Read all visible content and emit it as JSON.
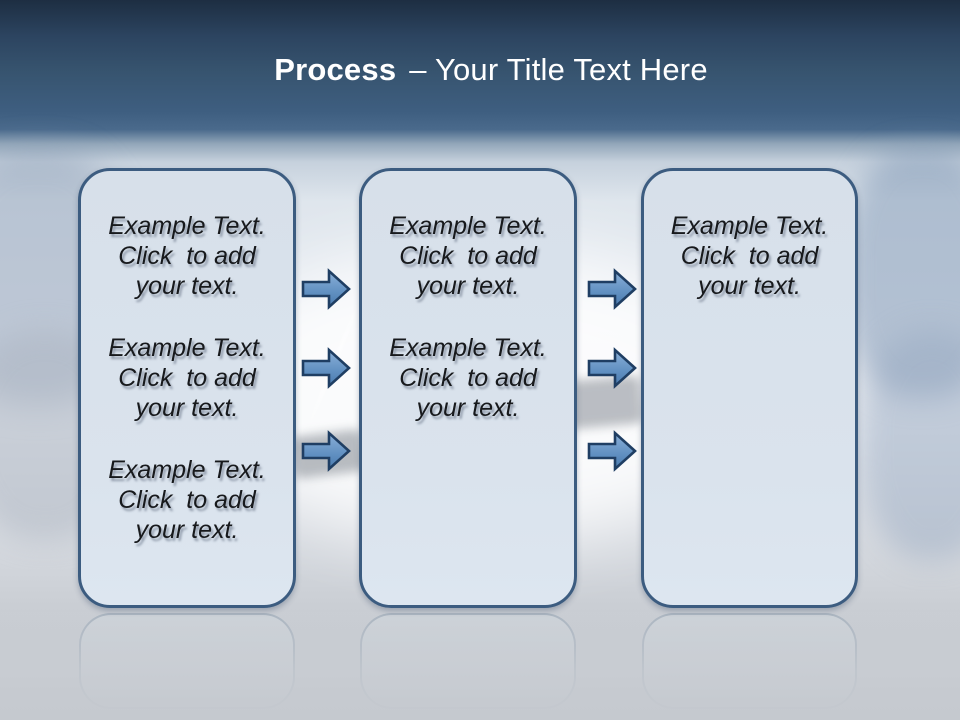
{
  "slide": {
    "title": {
      "bold": "Process",
      "rest": "– Your Title Text Here"
    }
  },
  "boxes": [
    {
      "name": "step-1",
      "paragraphs": [
        {
          "lines": [
            "Example Text.",
            "Click  to add",
            "your text."
          ]
        },
        {
          "lines": [
            "Example Text.",
            "Click  to add",
            "your text."
          ]
        },
        {
          "lines": [
            "Example Text.",
            "Click  to add",
            "your text."
          ]
        }
      ]
    },
    {
      "name": "step-2",
      "paragraphs": [
        {
          "lines": [
            "Example Text.",
            "Click  to add",
            "your text."
          ]
        },
        {
          "lines": [
            "Example Text.",
            "Click  to add",
            "your text."
          ]
        }
      ]
    },
    {
      "name": "step-3",
      "paragraphs": [
        {
          "lines": [
            "Example Text.",
            "Click  to add",
            "your text."
          ]
        }
      ]
    }
  ],
  "icons": {
    "arrow": "right-arrow-icon"
  },
  "colors": {
    "header_top": "#1d2e42",
    "header_mid": "#3e5e80",
    "box_fill": "#d9e2ec",
    "box_border": "#3c5c80",
    "arrow_fill_light": "#8cb0d8",
    "arrow_fill_dark": "#4a7aae",
    "arrow_border": "#1f3e63",
    "title_color": "#ffffff",
    "text_color": "#17191c"
  }
}
